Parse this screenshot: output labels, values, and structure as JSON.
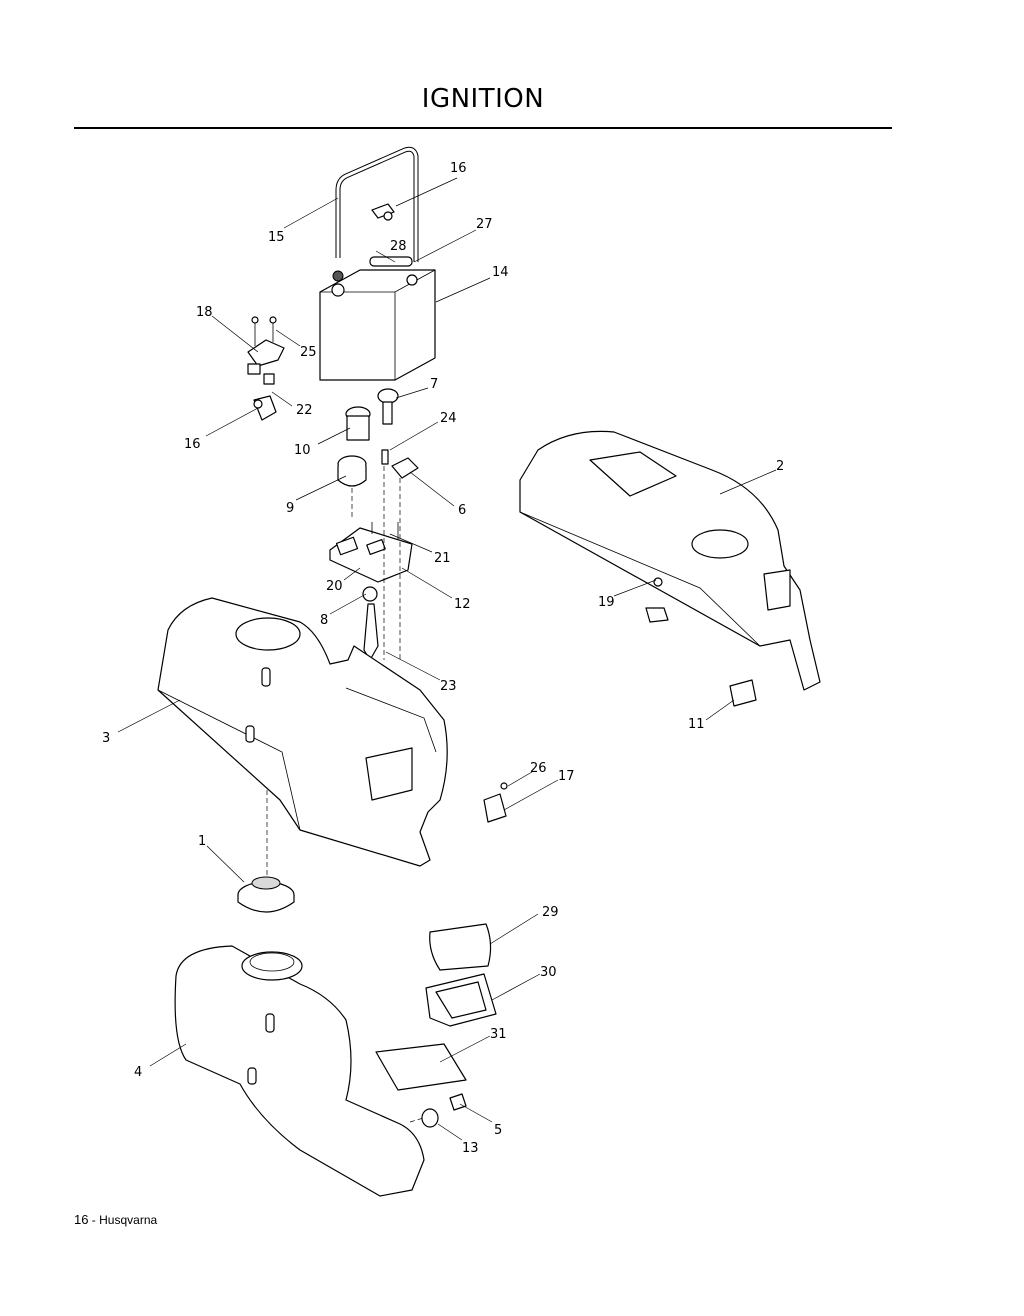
{
  "page": {
    "title": "IGNITION",
    "footer_page": "16",
    "footer_separator": " - ",
    "footer_brand": "Husqvarna"
  },
  "callouts": [
    "1",
    "2",
    "3",
    "4",
    "5",
    "6",
    "7",
    "8",
    "9",
    "10",
    "11",
    "12",
    "13",
    "14",
    "15",
    "16",
    "16",
    "17",
    "18",
    "19",
    "20",
    "21",
    "22",
    "23",
    "24",
    "25",
    "26",
    "27",
    "28",
    "29",
    "30",
    "31"
  ]
}
